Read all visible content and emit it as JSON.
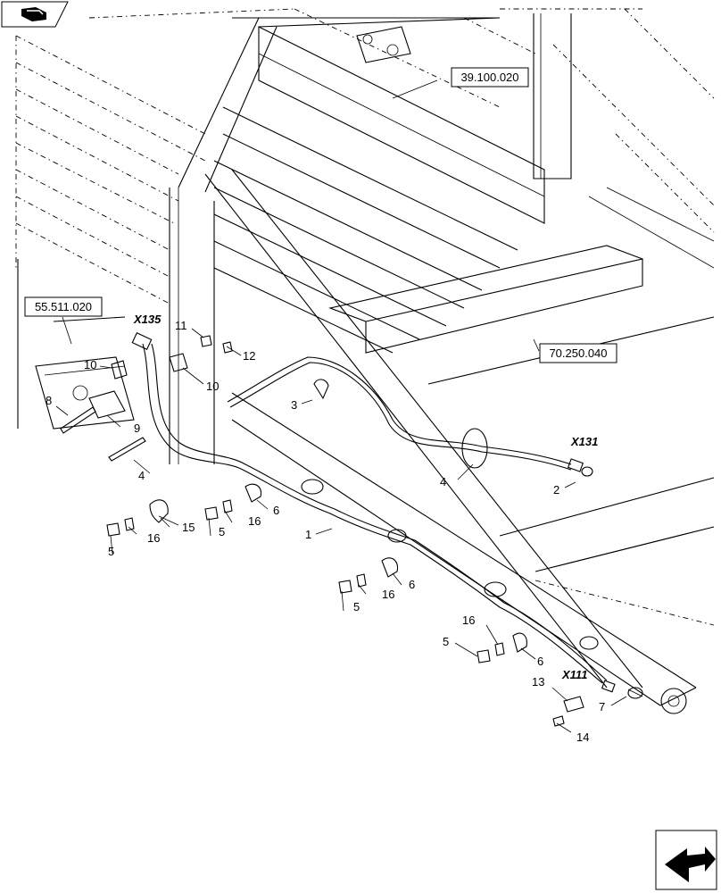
{
  "references": [
    {
      "id": "ref-39",
      "label": "39.100.020"
    },
    {
      "id": "ref-55",
      "label": "55.511.020"
    },
    {
      "id": "ref-70",
      "label": "70.250.040"
    }
  ],
  "connectors": {
    "x135": "X135",
    "x131": "X131",
    "x111": "X111"
  },
  "callouts": {
    "c1": "1",
    "c2": "2",
    "c3": "3",
    "c4a": "4",
    "c4b": "4",
    "c5a": "5",
    "c5b": "5",
    "c5c": "5",
    "c5d": "5",
    "c6a": "6",
    "c6b": "6",
    "c6c": "6",
    "c7": "7",
    "c8": "8",
    "c9": "9",
    "c10a": "10",
    "c10b": "10",
    "c11": "11",
    "c12": "12",
    "c13": "13",
    "c14": "14",
    "c15": "15",
    "c16a": "16",
    "c16b": "16",
    "c16c": "16",
    "c16d": "16"
  },
  "icons": {
    "top_left": "manual-book-icon",
    "bottom_right": "next-page-arrow-icon"
  }
}
